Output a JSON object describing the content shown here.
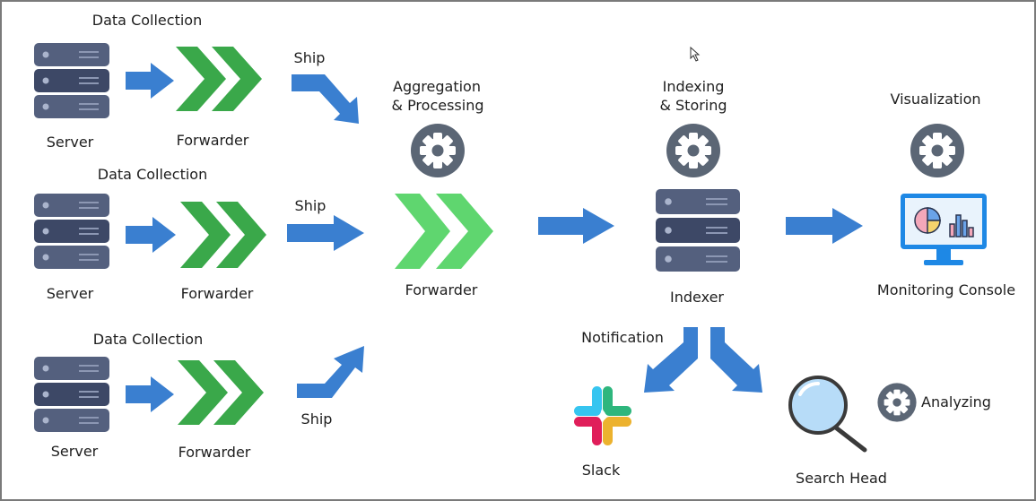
{
  "rows": [
    {
      "stage": "Data Collection",
      "server": "Server",
      "forwarder": "Forwarder",
      "ship": "Ship"
    },
    {
      "stage": "Data Collection",
      "server": "Server",
      "forwarder": "Forwarder",
      "ship": "Ship"
    },
    {
      "stage": "Data Collection",
      "server": "Server",
      "forwarder": "Forwarder",
      "ship": "Ship"
    }
  ],
  "aggregation": {
    "title_line1": "Aggregation",
    "title_line2": "& Processing",
    "node": "Forwarder"
  },
  "indexing": {
    "title_line1": "Indexing",
    "title_line2": "& Storing",
    "node": "Indexer"
  },
  "visualization": {
    "title": "Visualization",
    "node": "Monitoring Console"
  },
  "notification": {
    "label": "Notification",
    "node": "Slack"
  },
  "search": {
    "node": "Search Head",
    "action": "Analyzing"
  },
  "colors": {
    "arrow": "#3a7fd0",
    "forwarder_dark": "#3aa84a",
    "forwarder_light": "#5fd66f",
    "server": "#54607e",
    "server_mid": "#3d4866",
    "gear": "#5b6675",
    "monitor": "#1e88e5"
  },
  "icons": [
    "server-icon",
    "forwarder-chevron-icon",
    "gear-icon",
    "monitor-icon",
    "slack-icon",
    "magnifier-icon",
    "arrow-icon"
  ]
}
